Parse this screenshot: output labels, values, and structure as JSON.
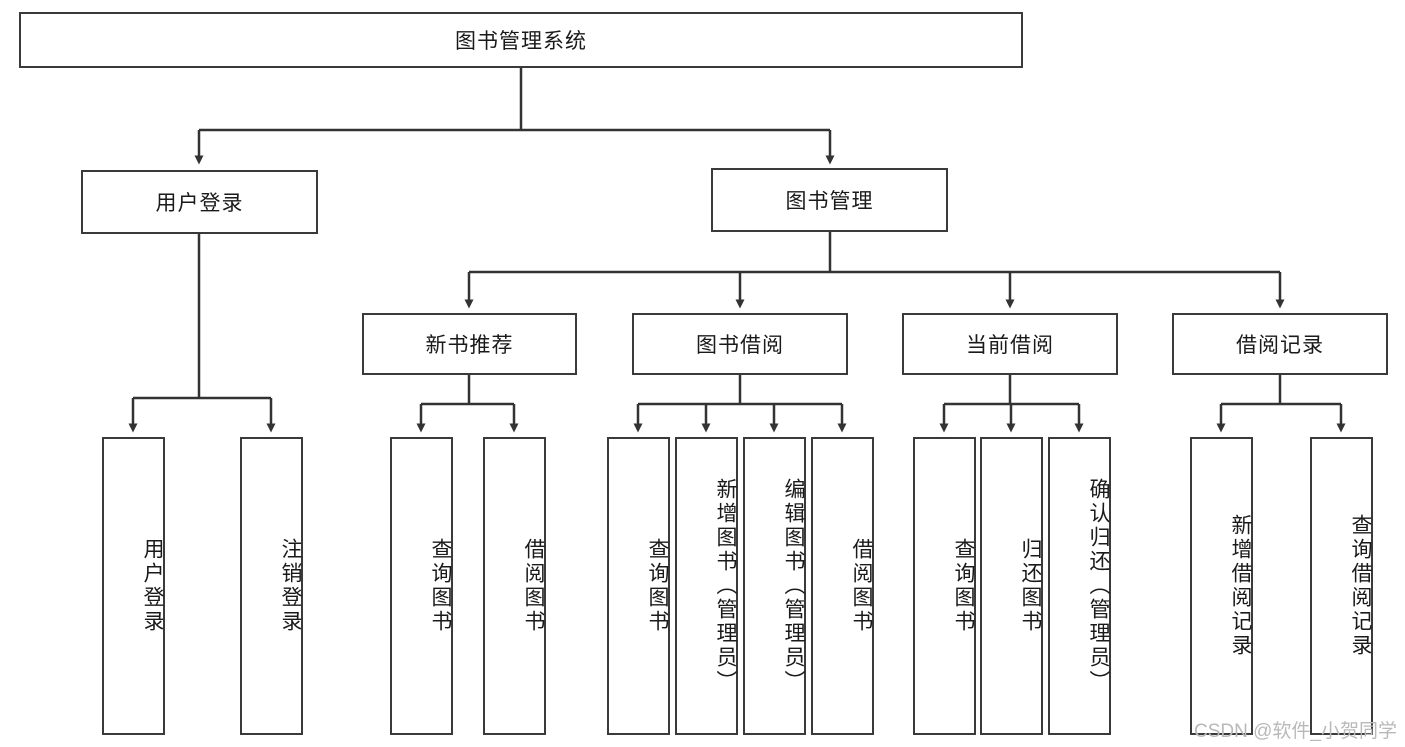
{
  "diagram": {
    "title": "图书管理系统",
    "watermark": "CSDN @软件_小贺同学",
    "colors": {
      "box_border": "#3a3a3a",
      "box_fill": "#ffffff",
      "edge": "#333333",
      "text": "#1a1a1a",
      "watermark": "#b9b9b9"
    },
    "levels": {
      "root": {
        "label": "图书管理系统"
      },
      "level2": [
        {
          "label": "用户登录"
        },
        {
          "label": "图书管理"
        }
      ],
      "level3": [
        {
          "label": "新书推荐"
        },
        {
          "label": "图书借阅"
        },
        {
          "label": "当前借阅"
        },
        {
          "label": "借阅记录"
        }
      ],
      "leaves": {
        "user_login": [
          {
            "label": "用户登录"
          },
          {
            "label": "注销登录"
          }
        ],
        "new_book_recommend": [
          {
            "label": "查询图书"
          },
          {
            "label": "借阅图书"
          }
        ],
        "book_borrow": [
          {
            "label": "查询图书"
          },
          {
            "label": "新增图书（管理员）"
          },
          {
            "label": "编辑图书（管理员）"
          },
          {
            "label": "借阅图书"
          }
        ],
        "current_borrow": [
          {
            "label": "查询图书"
          },
          {
            "label": "归还图书"
          },
          {
            "label": "确认归还（管理员）"
          }
        ],
        "borrow_record": [
          {
            "label": "新增借阅记录"
          },
          {
            "label": "查询借阅记录"
          }
        ]
      }
    }
  }
}
